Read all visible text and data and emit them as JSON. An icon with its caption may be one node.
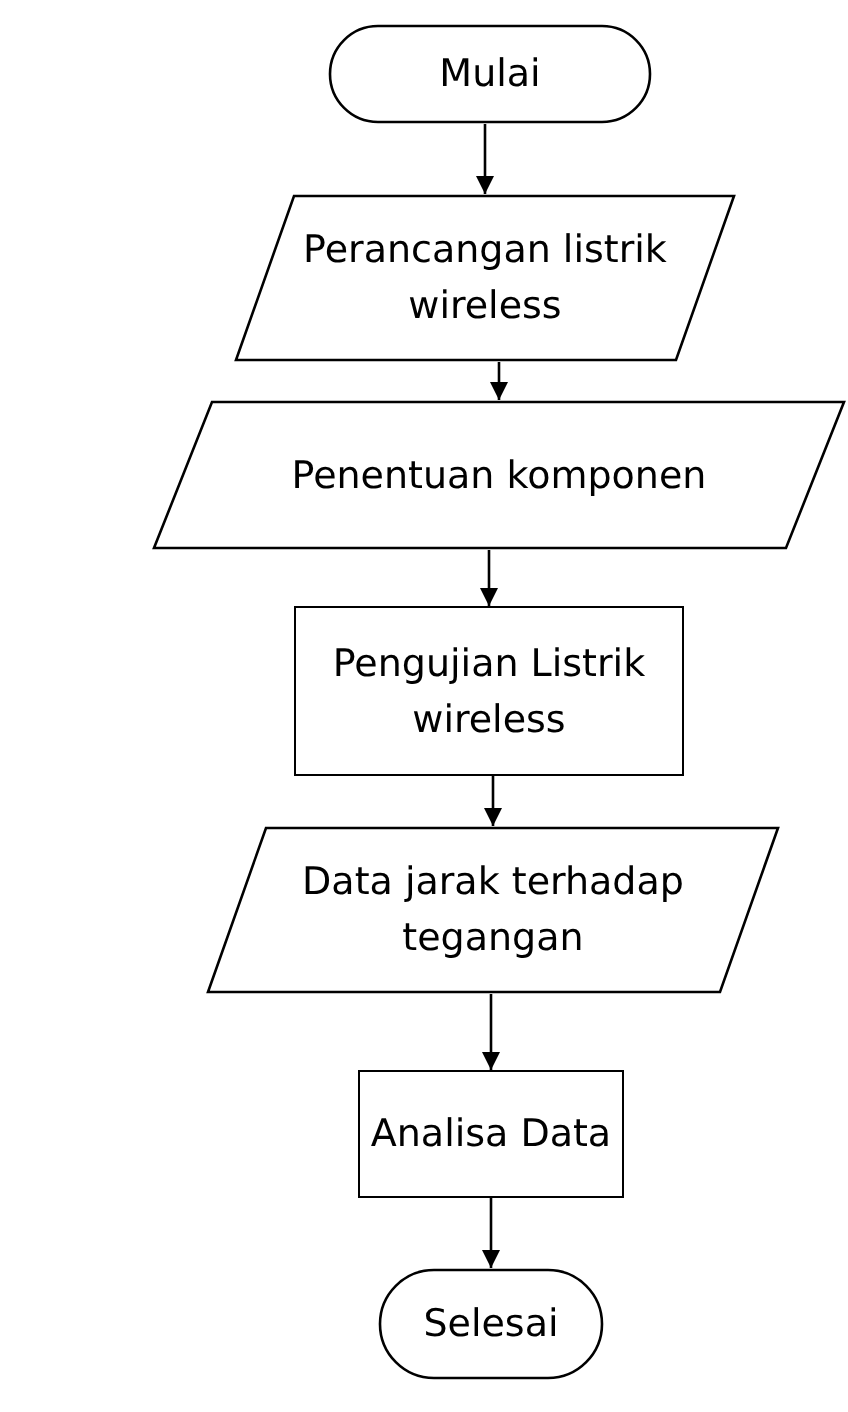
{
  "diagram": {
    "nodes": [
      {
        "text": [
          "Mulai"
        ]
      },
      {
        "text": [
          "Perancangan listrik wireless"
        ]
      },
      {
        "text": [
          "Penentuan komponen"
        ]
      },
      {
        "text": [
          "Pengujian Listrik wireless"
        ]
      },
      {
        "text": [
          "Data jarak terhadap tegangan"
        ]
      },
      {
        "text": [
          "Analisa Data"
        ]
      },
      {
        "text": [
          "Selesai"
        ]
      }
    ],
    "edges": [
      {
        "from": 0,
        "to": 1,
        "arrow": "to"
      },
      {
        "from": 1,
        "to": 2,
        "arrow": "to"
      },
      {
        "from": 2,
        "to": 3,
        "arrow": "to"
      },
      {
        "from": 3,
        "to": 4,
        "arrow": "to"
      },
      {
        "from": 4,
        "to": 5,
        "arrow": "to"
      },
      {
        "from": 5,
        "to": 6,
        "arrow": "to"
      }
    ]
  }
}
